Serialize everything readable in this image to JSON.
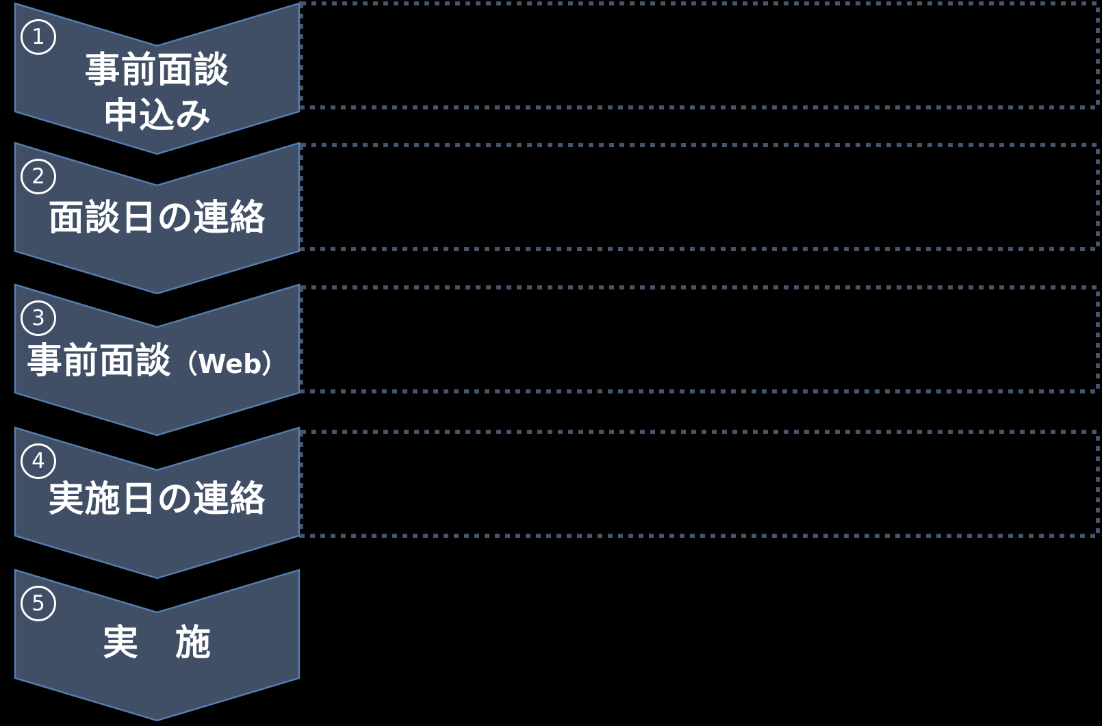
{
  "diagram": {
    "type": "vertical-chevron-flow",
    "steps": [
      {
        "number": "1",
        "lines": [
          "事前面談",
          "申込み"
        ],
        "suffix": ""
      },
      {
        "number": "2",
        "lines": [
          "面談日の連絡"
        ],
        "suffix": ""
      },
      {
        "number": "3",
        "lines": [
          "事前面談"
        ],
        "suffix": "（Web）"
      },
      {
        "number": "4",
        "lines": [
          "実施日の連絡"
        ],
        "suffix": ""
      },
      {
        "number": "5",
        "lines": [
          "実　施"
        ],
        "suffix": ""
      }
    ],
    "notes": [
      {
        "text": ""
      },
      {
        "text": ""
      },
      {
        "text": ""
      },
      {
        "text": ""
      }
    ]
  },
  "colors": {
    "background": "#000000",
    "chevron_fill": "#414F66",
    "chevron_border": "#527FAF",
    "dash_border": "#46546C",
    "text": "#FFFFFF"
  }
}
